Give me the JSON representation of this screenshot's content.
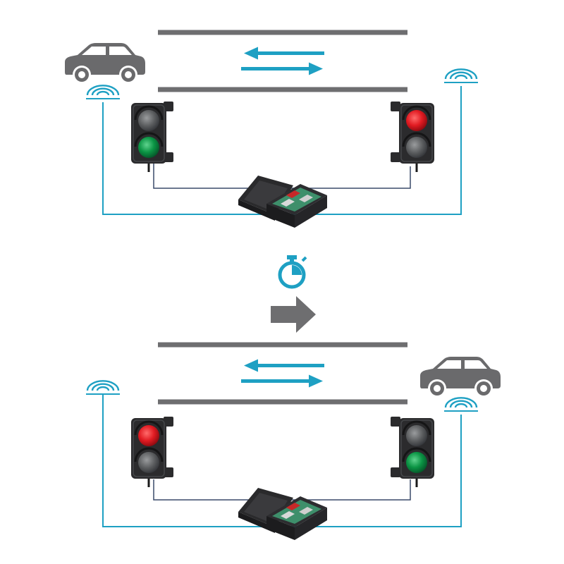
{
  "colors": {
    "road": "#6e6e70",
    "cable": "#1ea0c3",
    "arrow": "#1ea0c3",
    "car": "#6a6a6c",
    "light_body": "#2b2b2d",
    "red_on": "#e11b22",
    "green_on": "#0b9444",
    "lamp_off": "#5a5c5e",
    "timer": "#1ea0c3",
    "next_arrow": "#6e6e70"
  },
  "icons": {
    "car": "car-icon",
    "sensor": "wireless-sensor-icon",
    "timer": "stopwatch-icon",
    "next": "right-arrow-icon",
    "controller": "control-box"
  },
  "panels": [
    {
      "car_side": "left",
      "left_light": {
        "red": false,
        "green": true
      },
      "right_light": {
        "red": true,
        "green": false
      }
    },
    {
      "car_side": "right",
      "left_light": {
        "red": true,
        "green": false
      },
      "right_light": {
        "red": false,
        "green": true
      }
    }
  ]
}
